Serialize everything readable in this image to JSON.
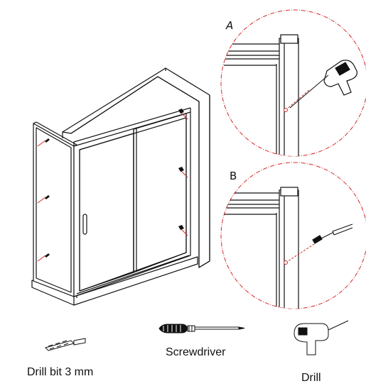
{
  "details": [
    {
      "letter": "A"
    },
    {
      "letter": "B"
    }
  ],
  "tools": [
    {
      "name": "drill-bit",
      "label": "Drill bit 3 mm"
    },
    {
      "name": "screwdriver",
      "label": "Screwdriver"
    },
    {
      "name": "drill",
      "label": "Drill"
    }
  ],
  "colors": {
    "line": "#111111",
    "accent_red": "#d22a2a",
    "wall_fill": "#ffffff",
    "glass": "#ffffff"
  }
}
